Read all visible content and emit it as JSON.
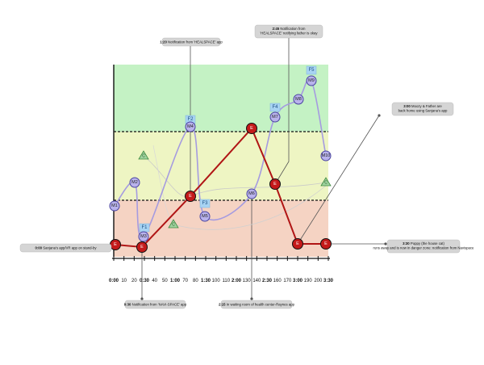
{
  "zones": [
    {
      "name": "safe",
      "color": "#c4f2c4"
    },
    {
      "name": "caution",
      "color": "#eef5c3"
    },
    {
      "name": "danger",
      "color": "#f5d3c3"
    }
  ],
  "axis": {
    "ticks": [
      {
        "label": "0:00",
        "major": true
      },
      {
        "label": "10",
        "major": false
      },
      {
        "label": "20",
        "major": false
      },
      {
        "label": "0:30",
        "major": true
      },
      {
        "label": "40",
        "major": false
      },
      {
        "label": "50",
        "major": false
      },
      {
        "label": "1:00",
        "major": true
      },
      {
        "label": "70",
        "major": false
      },
      {
        "label": "80",
        "major": false
      },
      {
        "label": "1:30",
        "major": true
      },
      {
        "label": "100",
        "major": false
      },
      {
        "label": "110",
        "major": false
      },
      {
        "label": "2:00",
        "major": true
      },
      {
        "label": "130",
        "major": false
      },
      {
        "label": "140",
        "major": false
      },
      {
        "label": "2:30",
        "major": true
      },
      {
        "label": "160",
        "major": false
      },
      {
        "label": "170",
        "major": false
      },
      {
        "label": "3:00",
        "major": true
      },
      {
        "label": "190",
        "major": false
      },
      {
        "label": "200",
        "major": false
      },
      {
        "label": "3:30",
        "major": true
      }
    ]
  },
  "nodes": {
    "e": [
      {
        "label": "E",
        "minute": 0,
        "zone": "danger"
      },
      {
        "label": "E",
        "minute": 30,
        "zone": "danger"
      },
      {
        "label": "E",
        "minute": 75,
        "zone": "caution"
      },
      {
        "label": "E",
        "minute": 135,
        "zone": "safe"
      },
      {
        "label": "E",
        "minute": 160,
        "zone": "caution"
      },
      {
        "label": "E",
        "minute": 180,
        "zone": "danger"
      },
      {
        "label": "E",
        "minute": 210,
        "zone": "danger"
      }
    ],
    "m": [
      "M1",
      "M2",
      "M3",
      "M4",
      "M5",
      "M6",
      "M7",
      "M8",
      "M9",
      "M10"
    ],
    "f": [
      "F1",
      "F2",
      "F3",
      "F4",
      "F5"
    ],
    "c": [
      "C",
      "C",
      "C"
    ]
  },
  "callouts": [
    {
      "time": "0:00",
      "text": "Sanjana's app/VR app on stand-by"
    },
    {
      "time": "0:30",
      "text": "Notification from 'NAVI-SPACE' app"
    },
    {
      "time": "1:20",
      "text": "Notification from 'HEALSPACE' app"
    },
    {
      "time": "2:15",
      "text": "In waiting room of health center-Raynes app"
    },
    {
      "time": "2:45",
      "text": "Notification from 'HEALSPACE' notifying father is okay"
    },
    {
      "time": "3:00",
      "text": "Moozy & Father are back home using Sanjana's app"
    },
    {
      "time": "3:30",
      "text": "Poppy (the house cat) runs away and is now in danger zone: notification from Navispace"
    }
  ],
  "colors": {
    "e_fill": "#c41a1a",
    "e_line": "#b01515",
    "m_fill": "#b9b3ec",
    "m_stroke": "#4a44a0",
    "m_line": "#a59be0",
    "f_fill": "#a8d4f3",
    "c_fill": "#9ed29e",
    "c_stroke": "#3f8a3f"
  }
}
